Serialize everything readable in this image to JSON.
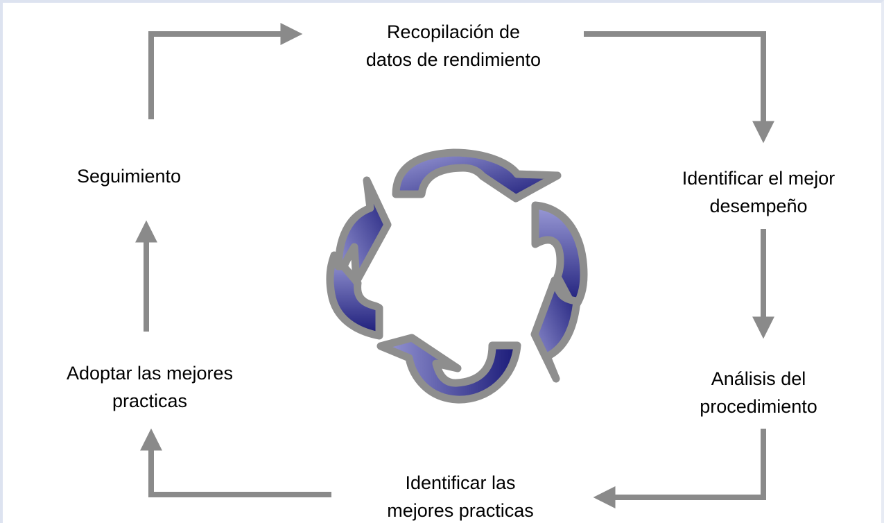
{
  "diagram": {
    "steps": [
      {
        "id": "collect",
        "text": "Recopilación de\ndatos de rendimiento"
      },
      {
        "id": "identify-best",
        "text": "Identificar el mejor\ndesempeño"
      },
      {
        "id": "analysis",
        "text": "Análisis del\nprocedimiento"
      },
      {
        "id": "identify-practices",
        "text": "Identificar las\nmejores practicas"
      },
      {
        "id": "adopt",
        "text": "Adoptar las mejores\npracticas"
      },
      {
        "id": "follow-up",
        "text": "Seguimiento"
      }
    ],
    "center_graphic": "cycle-arrows-icon",
    "colors": {
      "connector": "#8a8a8a",
      "cycle_outline": "#8e8e8e",
      "cycle_fill_dark": "#1a1a78",
      "cycle_fill_light": "#9a9ad6",
      "frame": "#dde3f0"
    }
  }
}
